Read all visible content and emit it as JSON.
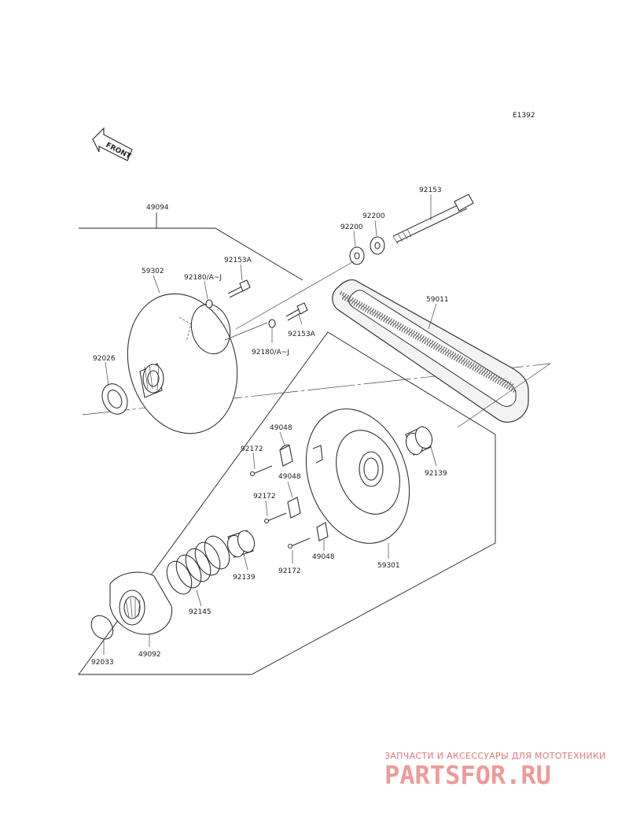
{
  "diagram_code": "E1392",
  "front_label": "FRONT",
  "parts": {
    "p49094": "49094",
    "p92153": "92153",
    "p92200a": "92200",
    "p92200b": "92200",
    "p92153A_top": "92153A",
    "p59302": "59302",
    "p92180_top": "92180/A~J",
    "p59011": "59011",
    "p92153A_mid": "92153A",
    "p92180_mid": "92180/A~J",
    "p92026": "92026",
    "p49048_a": "49048",
    "p92172_a": "92172",
    "p49048_b": "49048",
    "p92172_b": "92172",
    "p92139_right": "92139",
    "p49048_c": "49048",
    "p92172_c": "92172",
    "p59301": "59301",
    "p92139_left": "92139",
    "p92145": "92145",
    "p92033": "92033",
    "p49092": "49092"
  },
  "watermark": {
    "tagline": "ЗАПЧАСТИ И АКСЕССУАРЫ ДЛЯ МОТОТЕХНИКИ",
    "brand": "PARTSFOR.RU"
  }
}
